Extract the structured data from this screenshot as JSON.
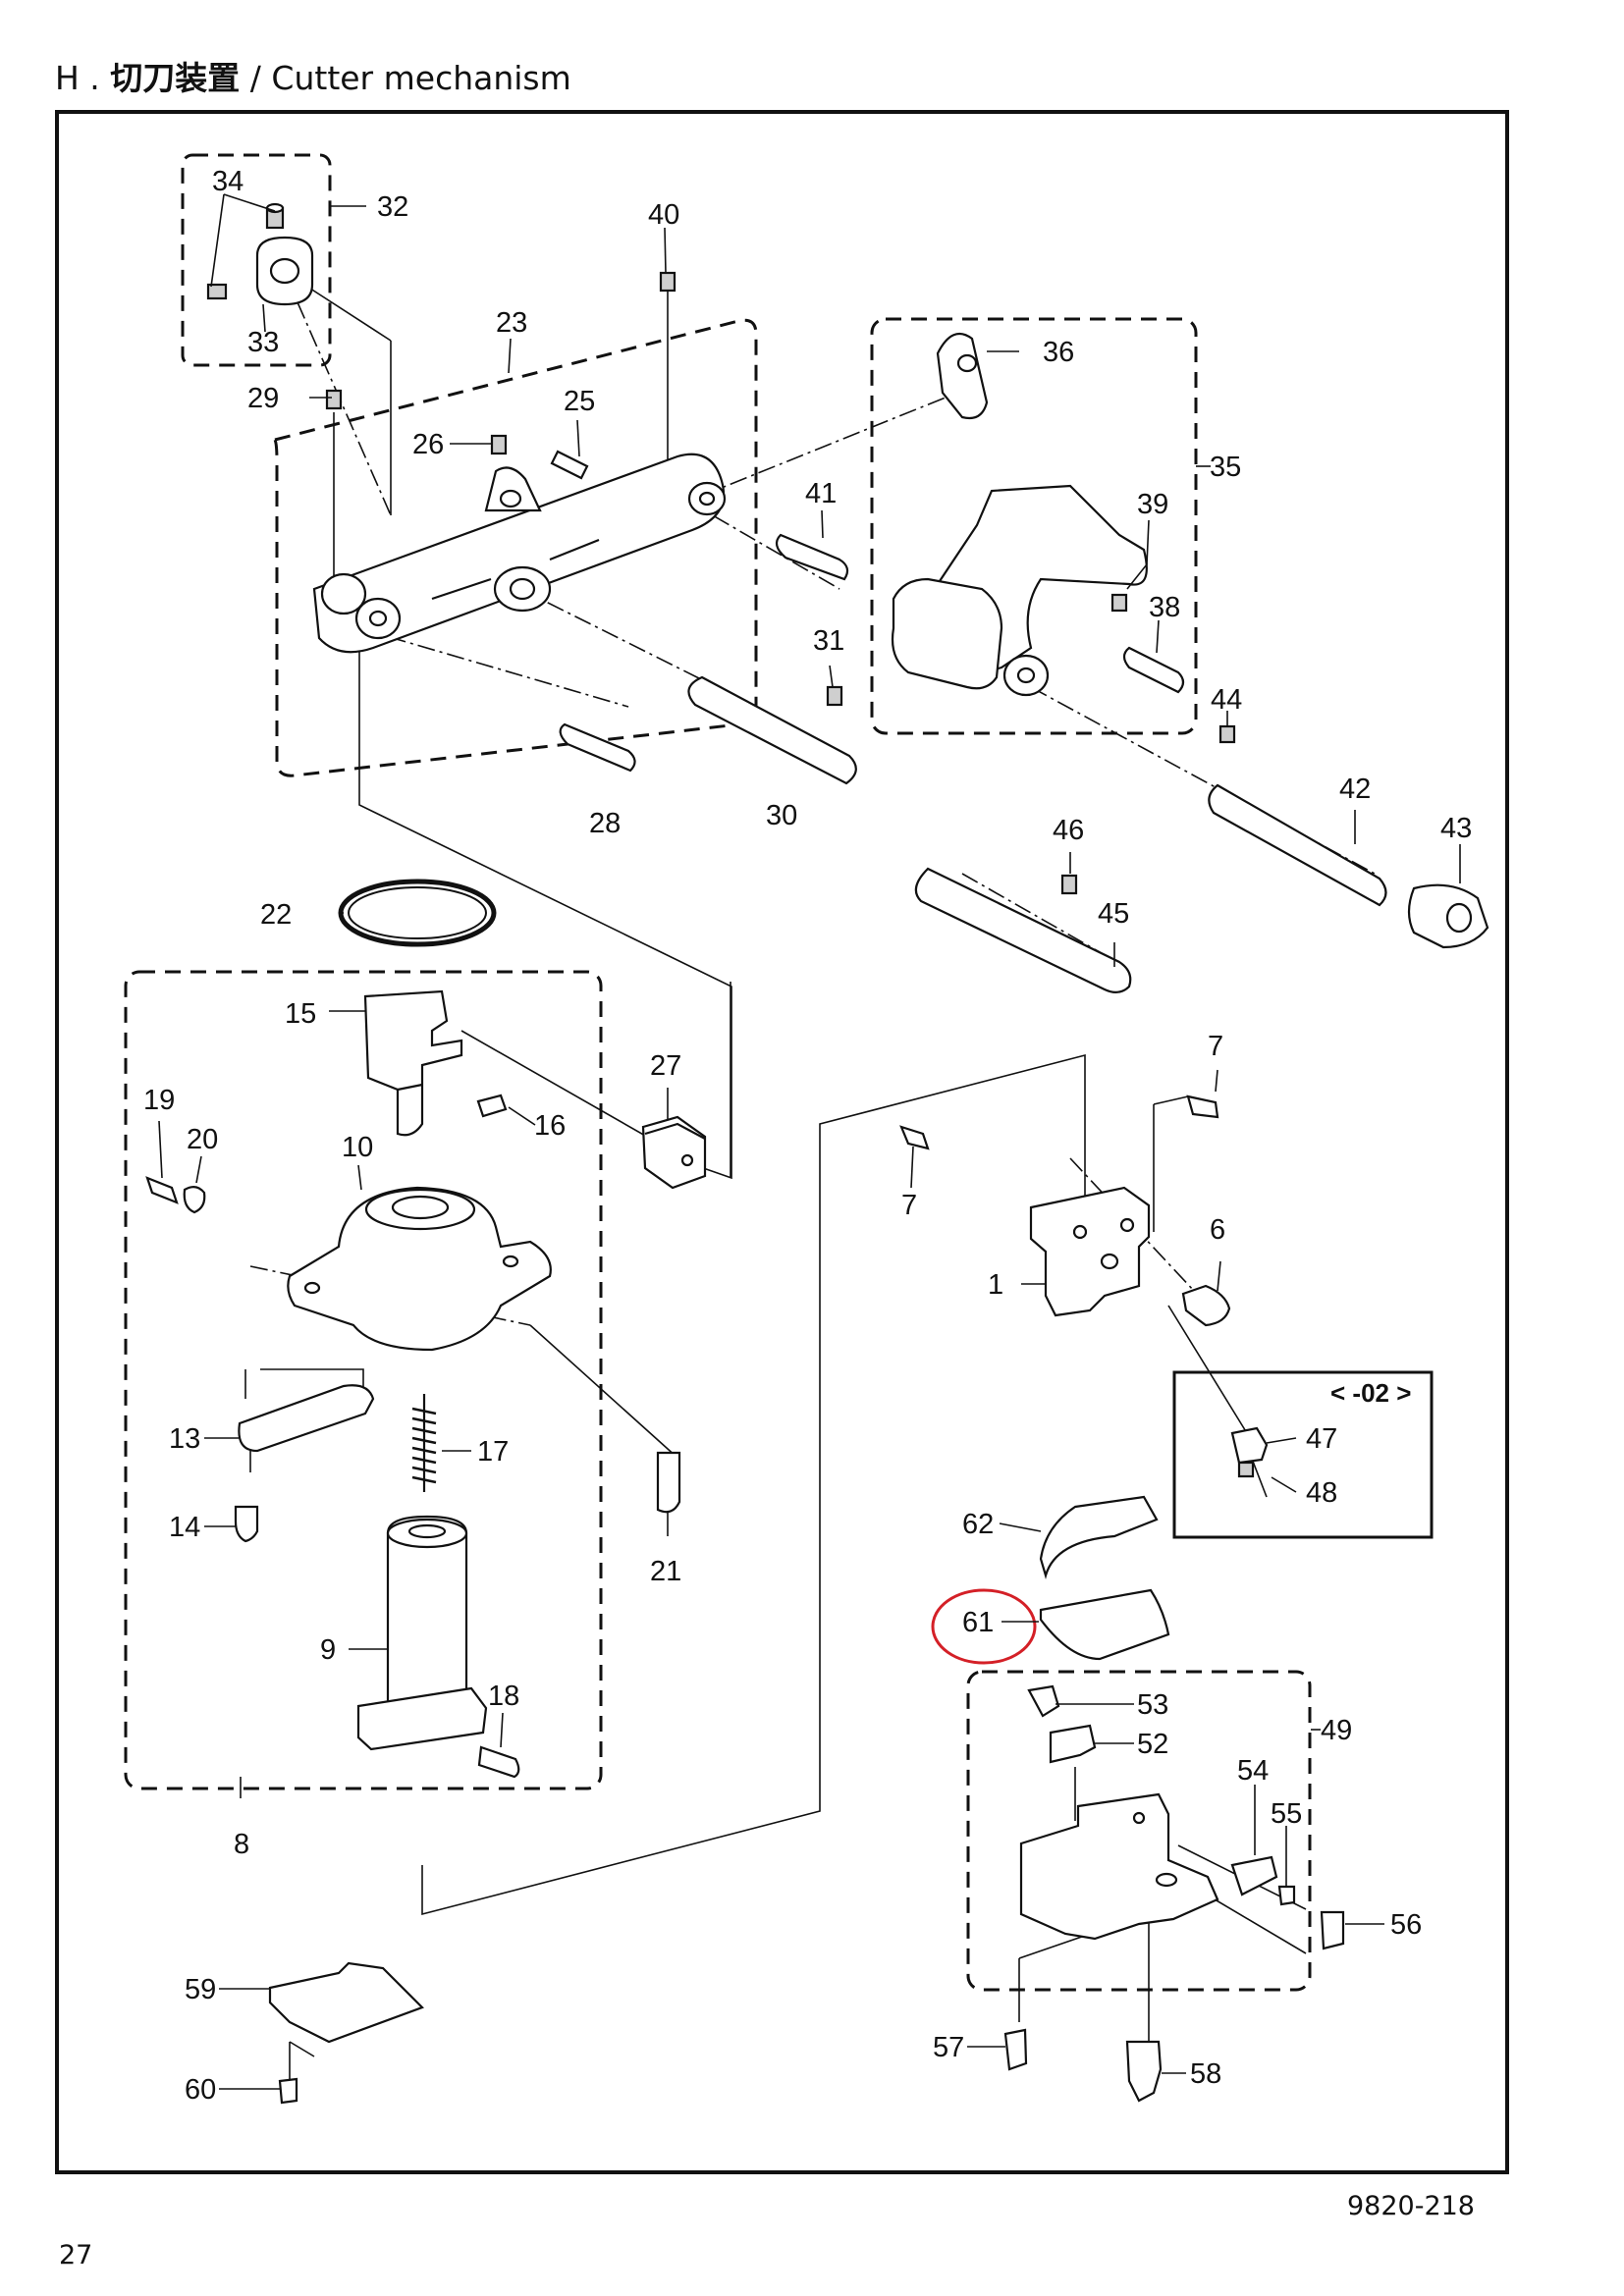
{
  "header": {
    "section": "H .",
    "title_zh": "切刀装置",
    "separator": "/",
    "title_en": "Cutter mechanism"
  },
  "variant_box": {
    "label": "< -02 >"
  },
  "labels": {
    "l1": "1",
    "l6": "6",
    "l7a": "7",
    "l7b": "7",
    "l8": "8",
    "l9": "9",
    "l10": "10",
    "l13": "13",
    "l14": "14",
    "l15": "15",
    "l16": "16",
    "l17": "17",
    "l18": "18",
    "l19": "19",
    "l20": "20",
    "l21": "21",
    "l22": "22",
    "l23": "23",
    "l25": "25",
    "l26": "26",
    "l27": "27",
    "l28": "28",
    "l29": "29",
    "l30": "30",
    "l31": "31",
    "l32": "32",
    "l33": "33",
    "l34": "34",
    "l35": "35",
    "l36": "36",
    "l38": "38",
    "l39": "39",
    "l40": "40",
    "l41": "41",
    "l42": "42",
    "l43": "43",
    "l44": "44",
    "l45": "45",
    "l46": "46",
    "l47": "47",
    "l48": "48",
    "l49": "49",
    "l52": "52",
    "l53": "53",
    "l54": "54",
    "l55": "55",
    "l56": "56",
    "l57": "57",
    "l58": "58",
    "l59": "59",
    "l60": "60",
    "l61": "61",
    "l62": "62"
  },
  "highlight": {
    "part": "61",
    "color": "#d42027"
  },
  "footer": {
    "doc_number": "9820-218",
    "page_number": "27"
  }
}
